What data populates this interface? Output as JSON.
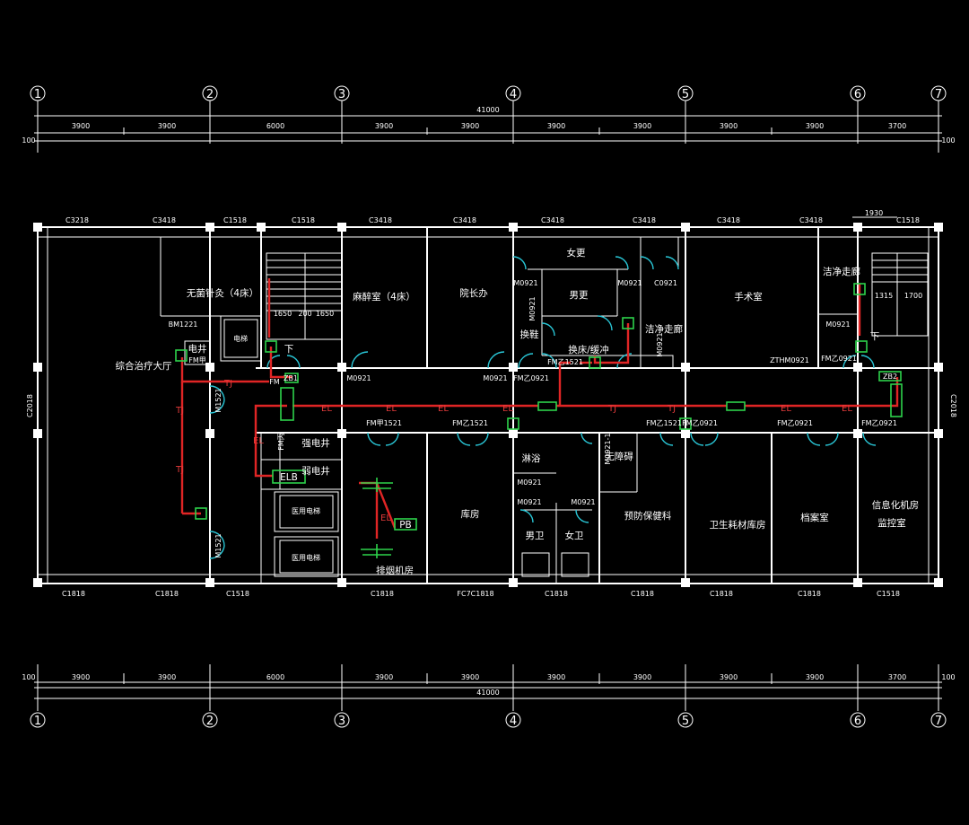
{
  "axes": [
    "1",
    "2",
    "3",
    "4",
    "5",
    "6",
    "7"
  ],
  "dims": {
    "top_total": "41000",
    "bottom_total": "41000",
    "edge": "100",
    "segments": [
      "3900",
      "3900",
      "6000",
      "3900",
      "3900",
      "3900",
      "3900",
      "3900",
      "3700"
    ]
  },
  "windows_top": [
    "C3218",
    "C3418",
    "C1518",
    "C1518",
    "C3418",
    "C3418",
    "C3418",
    "C3418",
    "C3418",
    "C3418",
    "C1518"
  ],
  "windows_bottom": [
    "C1818",
    "C1818",
    "C1518",
    "C1818",
    "FC7C1818",
    "C1818",
    "C1818",
    "C1818",
    "C1818",
    "C1518"
  ],
  "side_windows": {
    "left": "C2018",
    "right": "C2018"
  },
  "extra_dim": "1930",
  "rooms": {
    "hall": "综合治疗大厅",
    "sterile": "无菌针灸（4床）",
    "anesthesia": "麻醉室（4床）",
    "dean": "院长办",
    "female_change": "女更",
    "male_change": "男更",
    "change_shoes": "换鞋",
    "change_bed": "换床/缓冲",
    "clean_corridor": "洁净走廊",
    "clean_corridor_b": "洁净走廊",
    "operating": "手术室",
    "power_shaft": "电井",
    "strong_power": "强电井",
    "weak_power": "弱电井",
    "smoke_room": "排烟机房",
    "storage": "库房",
    "shower": "淋浴",
    "accessible": "无障碍",
    "male_wc": "男卫",
    "female_wc": "女卫",
    "prevention": "预防保健科",
    "supplies": "卫生耗材库房",
    "archive": "档案室",
    "it_room_1": "信息化机房",
    "it_room_2": "监控室",
    "down_1": "下",
    "down_2": "下",
    "elevator": "电梯",
    "elev_a": "医用电梯",
    "elev_b": "医用电梯"
  },
  "stairs": {
    "left_1": "1650",
    "left_2": "200",
    "left_3": "1650",
    "right_1": "1315",
    "right_2": "1700"
  },
  "doors": [
    "BM1221",
    "FM甲",
    "M1521",
    "FM乙",
    "M0921",
    "M0921",
    "FM乙0921",
    "M0921",
    "M0921",
    "M0921",
    "FM乙1521",
    "FM乙0921",
    "M0921",
    "FM丙",
    "M0921",
    "FM乙0921",
    "M1521",
    "FM甲1521",
    "FM乙1521",
    "FM乙1521",
    "M0921",
    "M0921",
    "M0921-1",
    "M0921",
    "M0921",
    "FM乙0921",
    "FM乙0921"
  ],
  "doors_b": {
    "d1": "M0921",
    "d2": "M0921",
    "d3": "ZTHM0921",
    "d4": "FM乙0921",
    "d5": "C0921",
    "d6": "FM乙0921"
  },
  "duct_labels": {
    "el": "EL",
    "tj": "TJ",
    "el_box": "EL",
    "el_b": "ELB",
    "pb": "PB",
    "zb1": "ZB1",
    "zb2": "ZB2",
    "fm_a": "FM"
  },
  "colors": {
    "duct": "#e02525",
    "equipment": "#2dd34b",
    "door": "#29c6d6",
    "line": "#ffffff"
  }
}
